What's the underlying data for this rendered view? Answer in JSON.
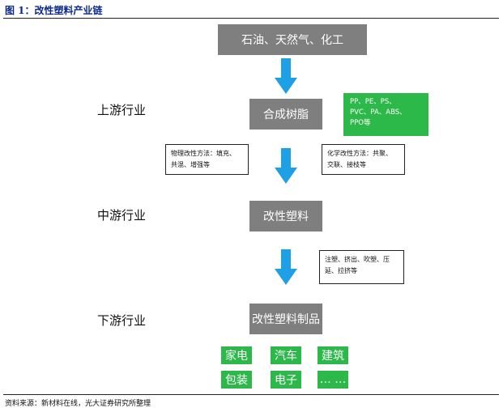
{
  "figure": {
    "title": "图 1：改性塑料产业链"
  },
  "stages": {
    "upstream_label": "上游行业",
    "midstream_label": "中游行业",
    "downstream_label": "下游行业"
  },
  "nodes": {
    "raw_materials": "石油、天然气、化工",
    "synthetic_resin": "合成树脂",
    "modified_plastics": "改性塑料",
    "modified_plastic_products": "改性塑料制品"
  },
  "resin_types": {
    "line1": "PP、PE、PS、",
    "line2": "PVC、PA、ABS、",
    "line3": "PPO等"
  },
  "notes": {
    "physical_line1": "物理改性方法：填充、",
    "physical_line2": "共混、增强等",
    "chemical_line1": "化学改性方法：共聚、",
    "chemical_line2": "交联、接枝等",
    "processing_line1": "注塑、挤出、吹塑、压",
    "processing_line2": "延、拉挤等"
  },
  "products": [
    "家电",
    "汽车",
    "建筑",
    "包装",
    "电子",
    "… …"
  ],
  "source": "资料来源：新材料在线，光大证券研究所整理",
  "colors": {
    "gray_box": "#7f7f7f",
    "green_box": "#2db84a",
    "arrow": "#1ea0e6",
    "title": "#0b2a8f"
  }
}
